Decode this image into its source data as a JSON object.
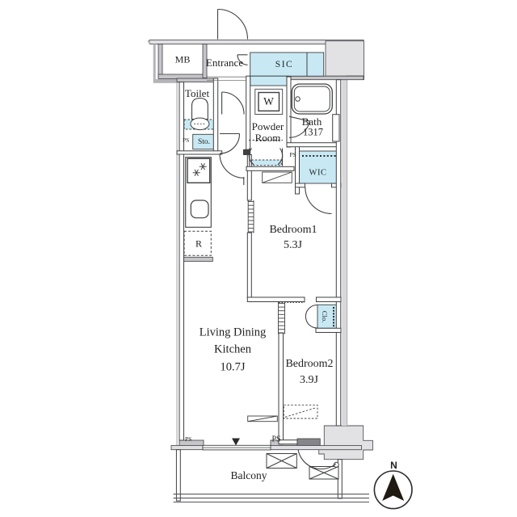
{
  "labels": {
    "mb": "MB",
    "entrance": "Entrance",
    "sic": "SIC",
    "toilet": "Toilet",
    "powder_line1": "Powder",
    "powder_line2": "Room",
    "washer": "W",
    "bath": "Bath",
    "bath_size": "1317",
    "pipe_space": "PS",
    "storage": "Sto.",
    "wic": "WIC",
    "bedroom1": "Bedroom1",
    "bedroom1_size": "5.3J",
    "ldk_line1": "Living Dining",
    "ldk_line2": "Kitchen",
    "ldk_size": "10.7J",
    "bedroom2": "Bedroom2",
    "bedroom2_size": "3.9J",
    "closet": "Clo.",
    "fridge": "R",
    "balcony": "Balcony",
    "compass_north": "N"
  },
  "colors": {
    "highlight": "#c8e9f4",
    "wall_band": "#c6c6ca",
    "building_mass": "#e2e2e5",
    "line": "#3f4042"
  }
}
